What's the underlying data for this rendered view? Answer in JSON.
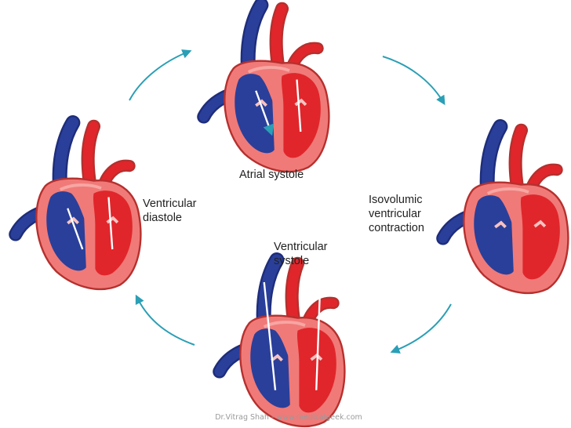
{
  "labels": {
    "atrial_systole": "Atrial systole",
    "isovolumic": [
      "Isovolumic",
      "ventricular",
      "contraction"
    ],
    "ventricular_systole": [
      "Ventricular",
      "systole"
    ],
    "ventricular_diastole": [
      "Ventricular",
      "diastole"
    ]
  },
  "credit": "Dr.Vitrag Shah - www.medicalgeek.com",
  "colors": {
    "blood_blue": "#2a3f9a",
    "blood_red": "#e0262b",
    "myocardium": "#f07a78",
    "arrow_teal": "#2a9fb5"
  }
}
